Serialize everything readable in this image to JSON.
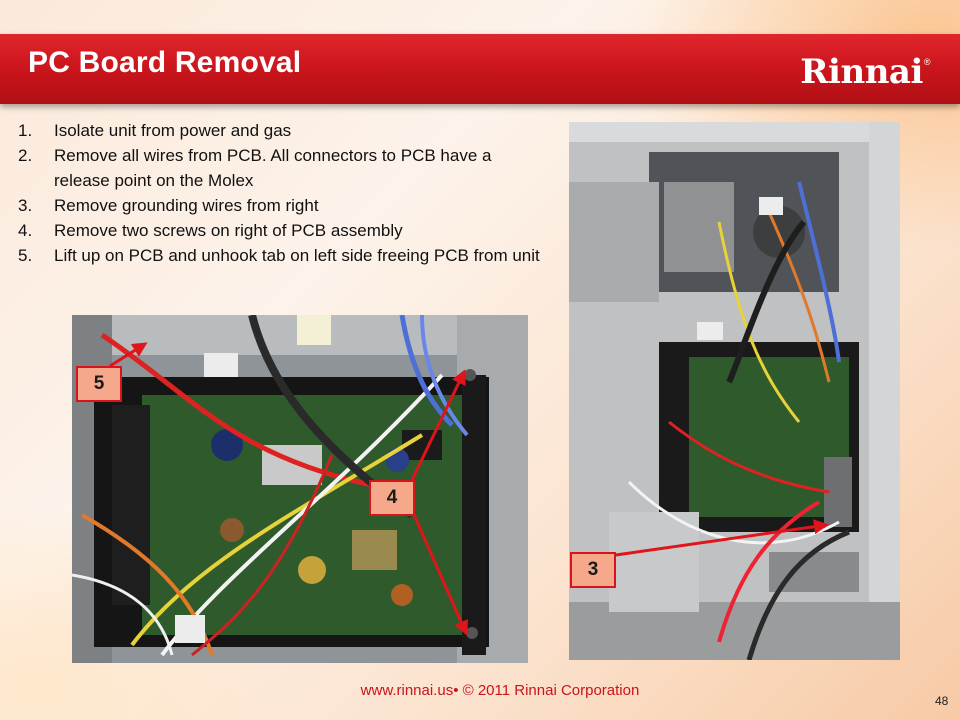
{
  "header": {
    "title": "PC Board Removal",
    "logo_text": "Rinnai",
    "logo_mark": "®"
  },
  "steps": [
    {
      "num": "1.",
      "text": "Isolate unit from power and gas"
    },
    {
      "num": "2.",
      "text": "Remove all wires from PCB. All connectors to PCB have a release point on the Molex"
    },
    {
      "num": "3.",
      "text": "Remove grounding wires from right"
    },
    {
      "num": "4.",
      "text": "Remove two screws on right of PCB assembly"
    },
    {
      "num": "5.",
      "text": "Lift up on PCB and unhook tab on left side freeing PCB from unit"
    }
  ],
  "callouts": {
    "five": "5",
    "four": "4",
    "three": "3"
  },
  "footer": {
    "link_text": "www.rinnai.us• © 2011 Rinnai Corporation",
    "page_number": "48"
  },
  "colors": {
    "brand_red": "#c8141b",
    "callout_fill": "#f6a98a",
    "arrow_red": "#e0141b"
  }
}
